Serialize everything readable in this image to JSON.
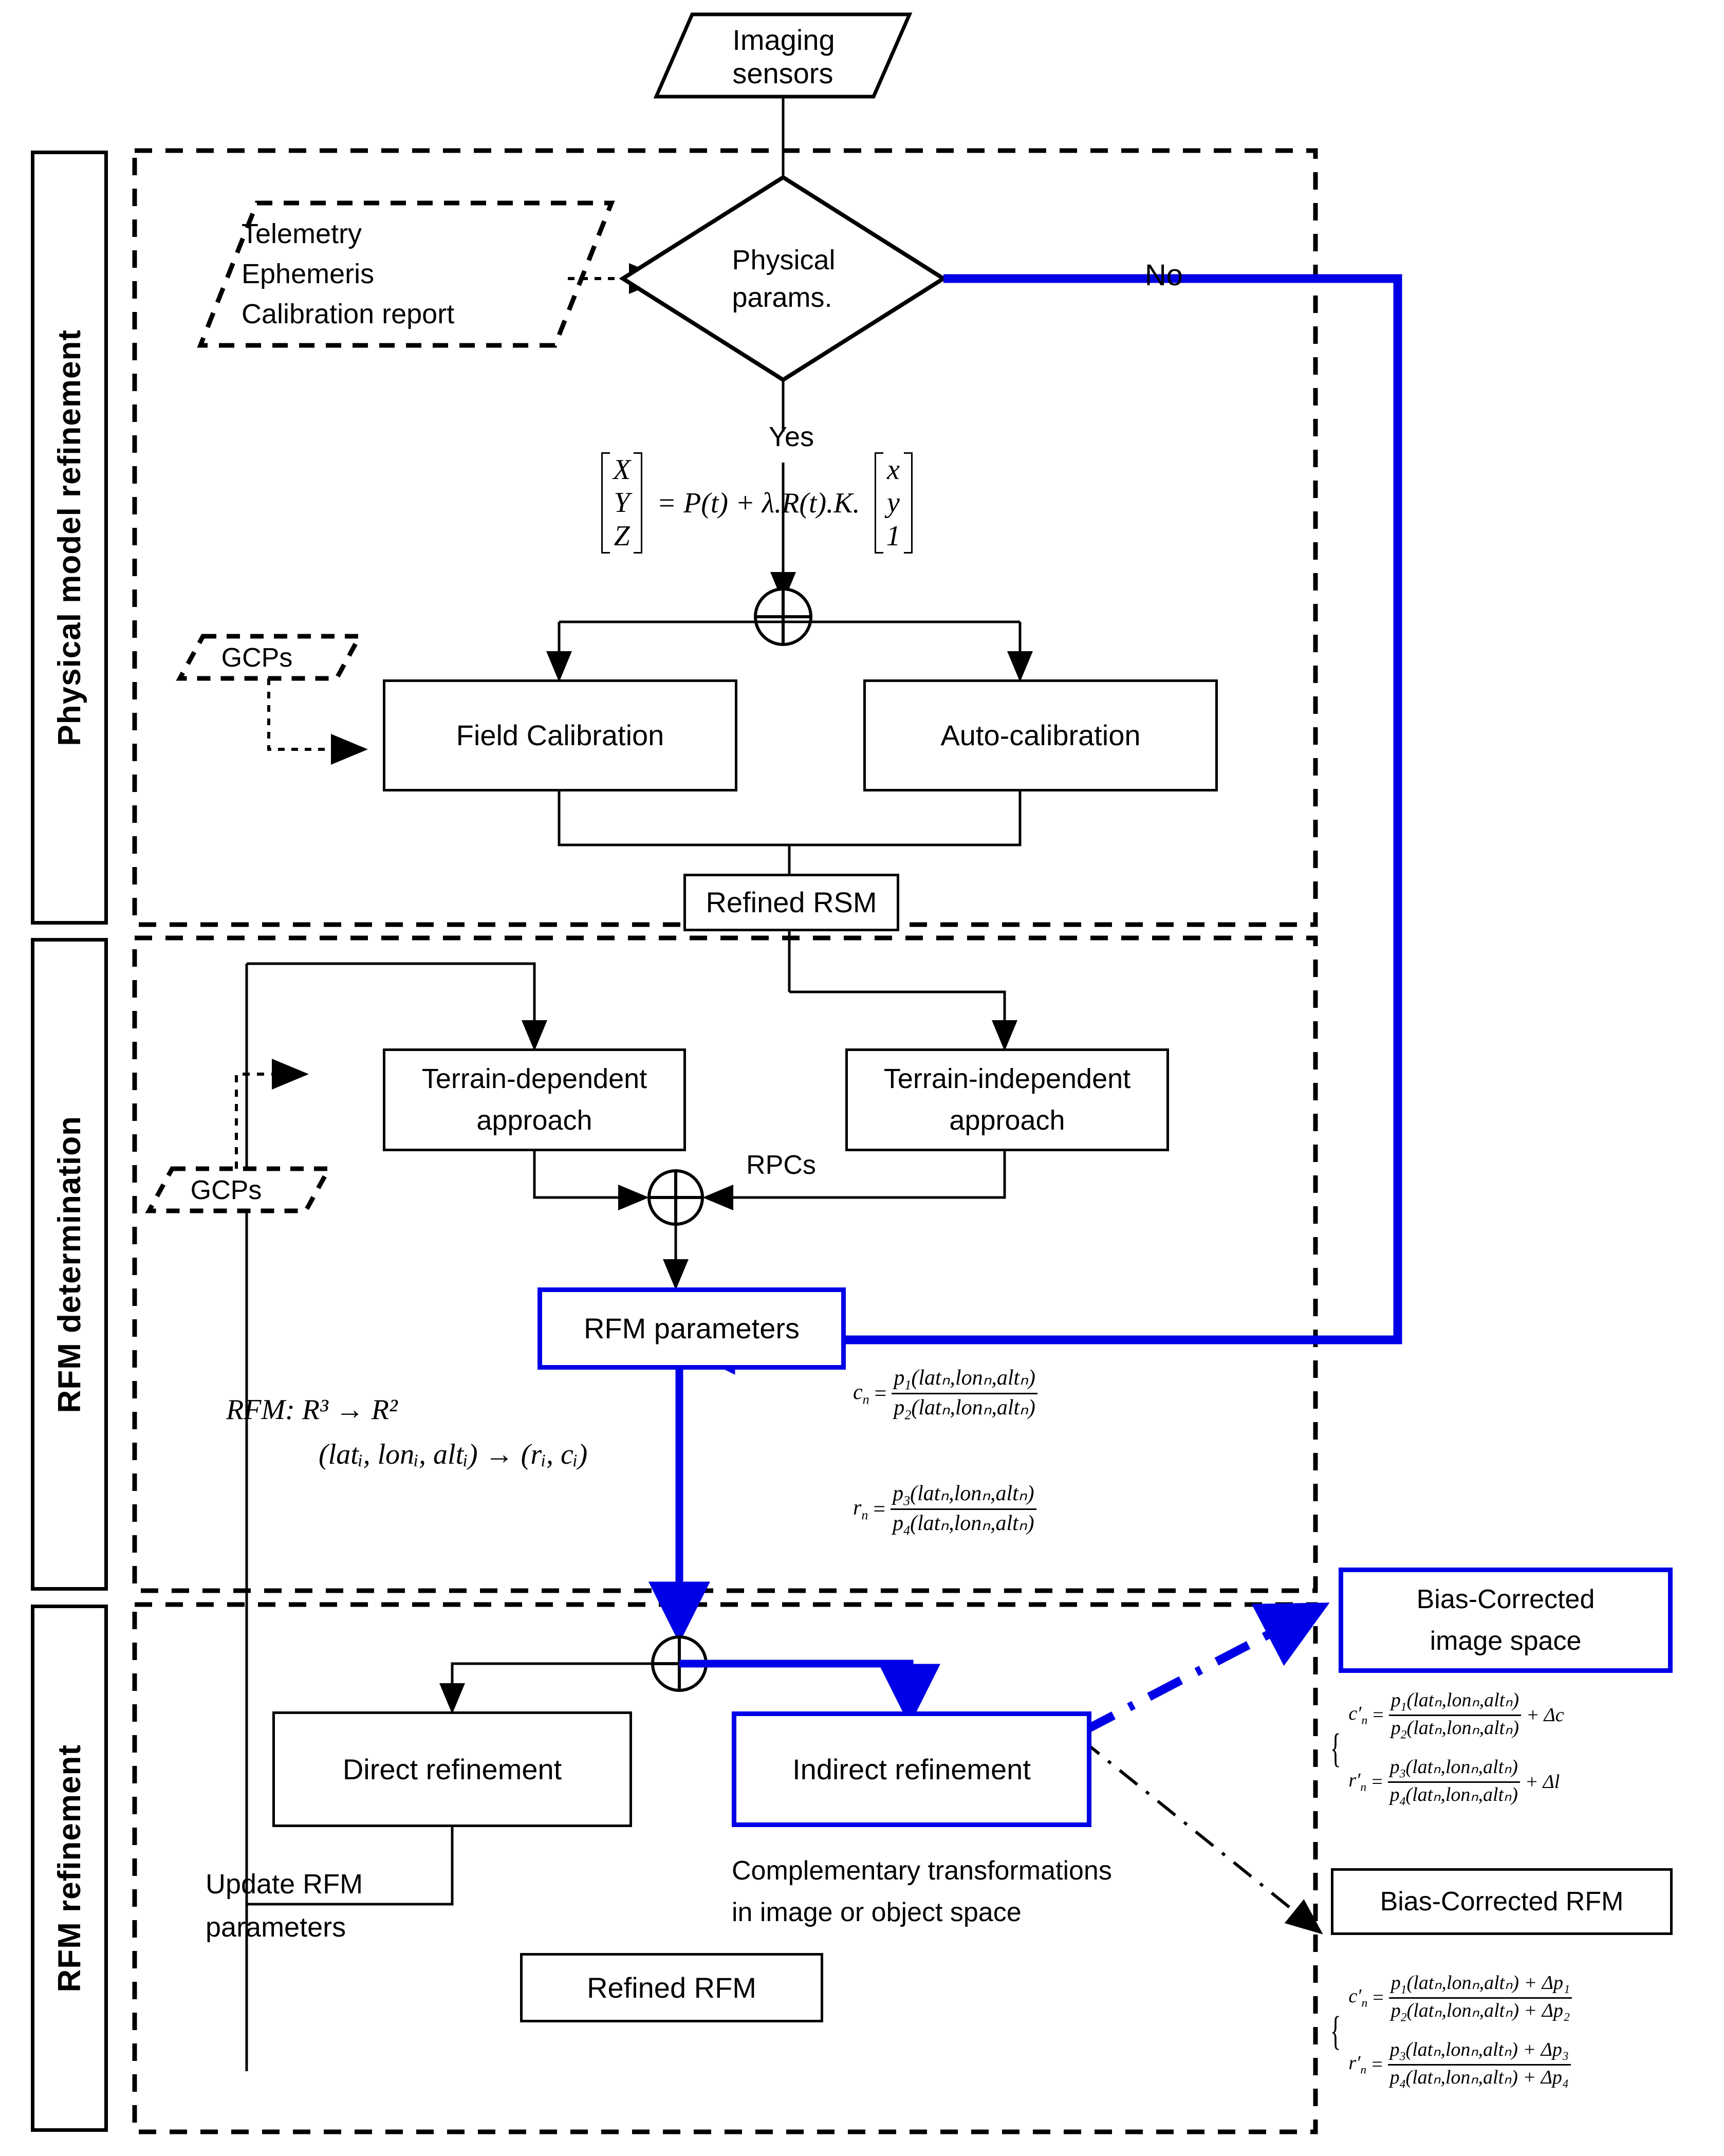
{
  "diagram": {
    "title": "RFM refinement workflow",
    "accent_blue": "#0000e6",
    "line_black": "#000000"
  },
  "sections": [
    {
      "id": "physical",
      "label": "Physical model refinement"
    },
    {
      "id": "determination",
      "label": "RFM determination"
    },
    {
      "id": "refinement",
      "label": "RFM refinement"
    }
  ],
  "nodes": {
    "imaging_sensors": "Imaging\nsensors",
    "telemetry": "Telemetry\nEphemeris\nCalibration report",
    "decision": "Physical\nparams.",
    "gcps_top": "GCPs",
    "gcps_mid": "GCPs",
    "field_calibration": "Field Calibration",
    "auto_calibration": "Auto-calibration",
    "refined_rsm": "Refined RSM",
    "terrain_dependent": "Terrain-dependent\napproach",
    "terrain_independent": "Terrain-independent\napproach",
    "rfm_parameters": "RFM parameters",
    "direct_refinement": "Direct refinement",
    "indirect_refinement": "Indirect refinement",
    "refined_rfm": "Refined RFM",
    "bias_corrected_image_space": "Bias-Corrected\nimage space",
    "bias_corrected_rfm": "Bias-Corrected RFM"
  },
  "edge_labels": {
    "yes": "Yes",
    "no": "No",
    "rpcs": "RPCs",
    "update_rfm_parameters": "Update  RFM\nparameters",
    "complementary": "Complementary transformations\nin image or object space"
  },
  "equations": {
    "collinearity": {
      "lhs_vector": [
        "X",
        "Y",
        "Z"
      ],
      "rhs": "= P(t) + λ.R(t).K.",
      "rhs_vector": [
        "x",
        "y",
        "1"
      ]
    },
    "rfm_mapping": {
      "line1": "RFM:            R³       →      R²",
      "line2": "(latᵢ, lonᵢ, altᵢ) → (rᵢ, cᵢ)"
    },
    "rfm_basic": [
      {
        "lhs": "c",
        "lhs_sub": "n",
        "num_p": "p",
        "num_idx": "1",
        "den_p": "p",
        "den_idx": "2",
        "args": "(latₙ,lonₙ,altₙ)",
        "tail": ""
      },
      {
        "lhs": "r",
        "lhs_sub": "n",
        "num_p": "p",
        "num_idx": "3",
        "den_p": "p",
        "den_idx": "4",
        "args": "(latₙ,lonₙ,altₙ)",
        "tail": ""
      }
    ],
    "bias_corrected_image_space": [
      {
        "lhs": "c′",
        "lhs_sub": "n",
        "num_idx": "1",
        "den_idx": "2",
        "args": "(latₙ,lonₙ,altₙ)",
        "tail": "+ Δc"
      },
      {
        "lhs": "r′",
        "lhs_sub": "n",
        "num_idx": "3",
        "den_idx": "4",
        "args": "(latₙ,lonₙ,altₙ)",
        "tail": "+ Δl"
      }
    ],
    "bias_corrected_rfm": [
      {
        "lhs": "c′",
        "lhs_sub": "n",
        "num_idx": "1",
        "den_idx": "2",
        "args": "(latₙ,lonₙ,altₙ)",
        "num_tail": "+ Δp₁",
        "den_tail": "+ Δp₂"
      },
      {
        "lhs": "r′",
        "lhs_sub": "n",
        "num_idx": "3",
        "den_idx": "4",
        "args": "(latₙ,lonₙ,altₙ)",
        "num_tail": "+ Δp₃",
        "den_tail": "+ Δp₄"
      }
    ]
  }
}
